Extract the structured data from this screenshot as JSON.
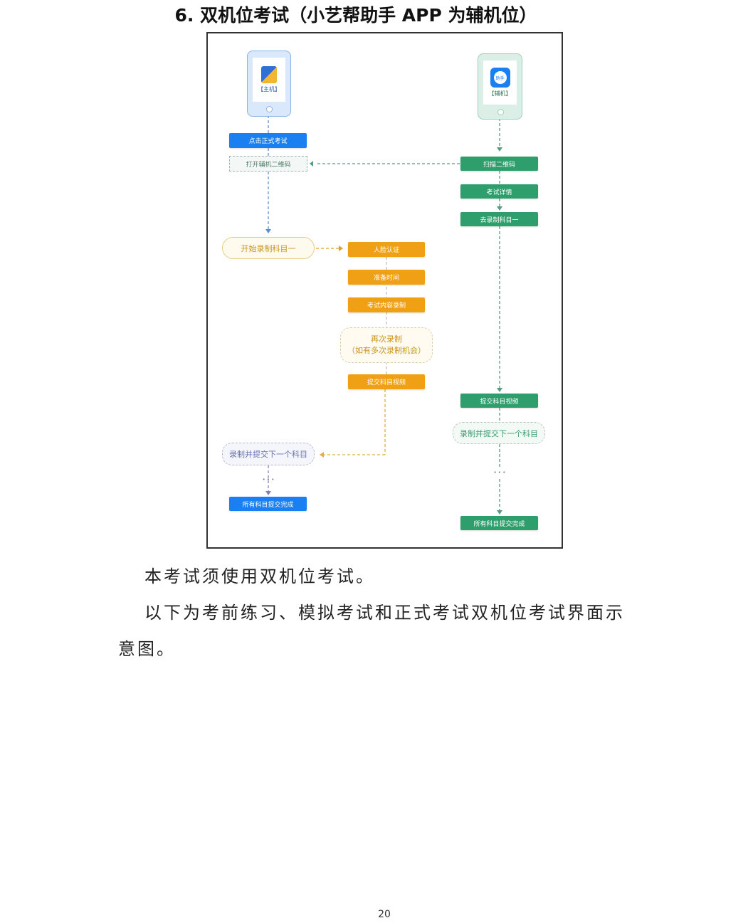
{
  "heading": "6. 双机位考试（小艺帮助手 APP 为辅机位）",
  "diagram": {
    "main_phone_label": "【主机】",
    "aux_phone_label": "【辅机】",
    "aux_app_icon_text": "助手",
    "main_flow": {
      "click_exam": "点击正式考试",
      "open_qr": "打开辅机二维码",
      "start_record": "开始录制科目一",
      "next_subject": "录制并提交下一个科目",
      "all_done": "所有科目提交完成"
    },
    "record_flow": {
      "face_auth": "人脸认证",
      "prep_time": "准备时间",
      "content_record": "考试内容录制",
      "rerecord_line1": "再次录制",
      "rerecord_line2": "（如有多次录制机会）",
      "submit_video": "提交科目视频"
    },
    "aux_flow": {
      "scan_qr": "扫描二维码",
      "exam_detail": "考试详情",
      "go_record": "去录制科目一",
      "submit_video": "提交科目视频",
      "next_subject": "录制并提交下一个科目",
      "all_done": "所有科目提交完成"
    },
    "ellipsis": "• • •"
  },
  "body": {
    "line1": "本考试须使用双机位考试。",
    "line2": "以下为考前练习、模拟考试和正式考试双机位考试界面示",
    "line3": "意图。"
  },
  "page_number": "20"
}
